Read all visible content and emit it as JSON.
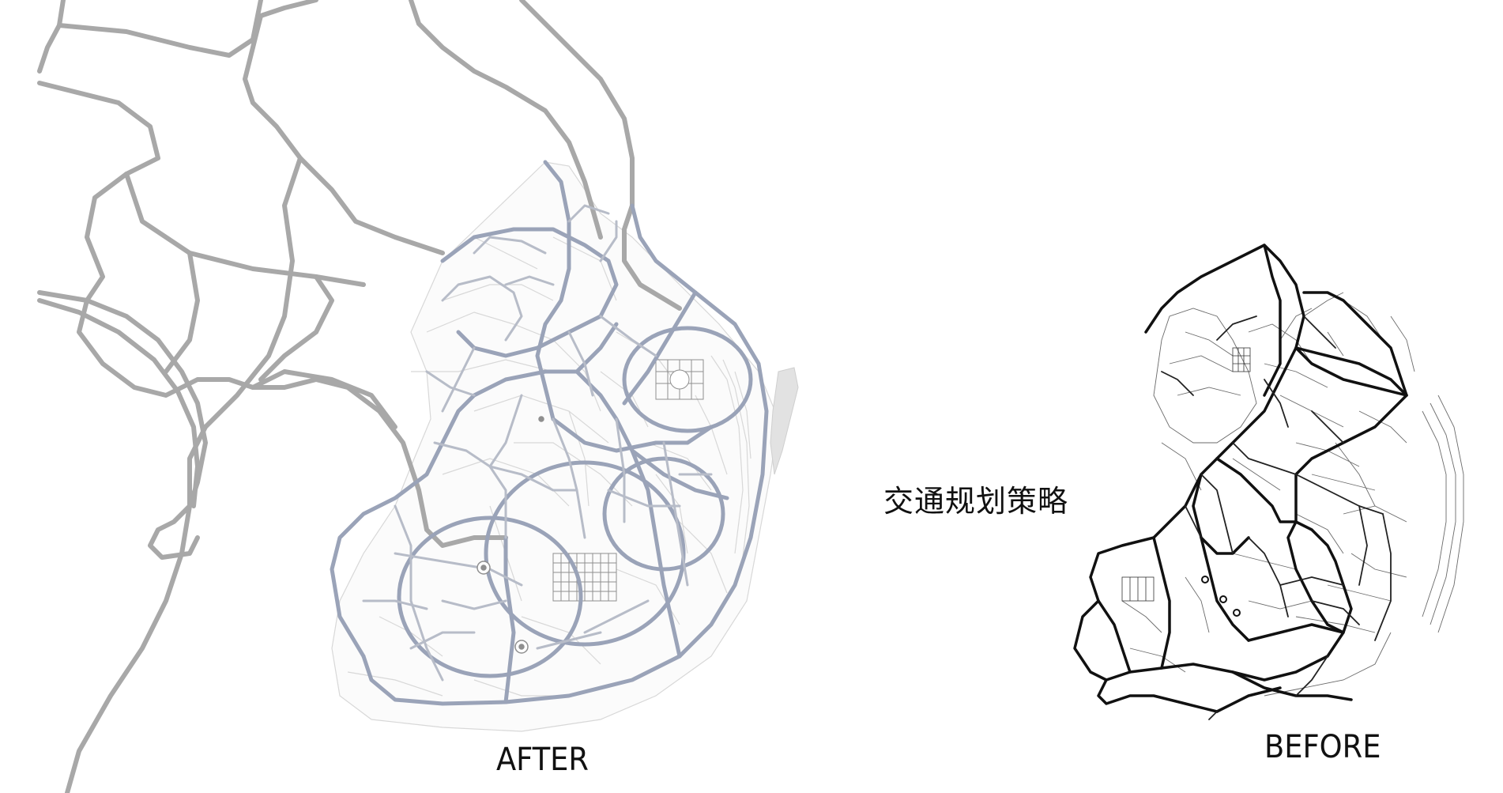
{
  "labels": {
    "title": "交通规划策略",
    "after": "AFTER",
    "before": "BEFORE"
  },
  "colors": {
    "background": "#ffffff",
    "regional_road": "#a8a8a8",
    "planned_arterial": "#9aa3b8",
    "planned_local": "#b7bcc8",
    "fabric": "#d6d6d6",
    "existing_road": "#111111",
    "existing_fabric": "#555555",
    "text": "#111111"
  },
  "panels": [
    {
      "name": "after-plan",
      "label_key": "after",
      "scheme": "planned"
    },
    {
      "name": "before-plan",
      "label_key": "before",
      "scheme": "existing"
    }
  ]
}
